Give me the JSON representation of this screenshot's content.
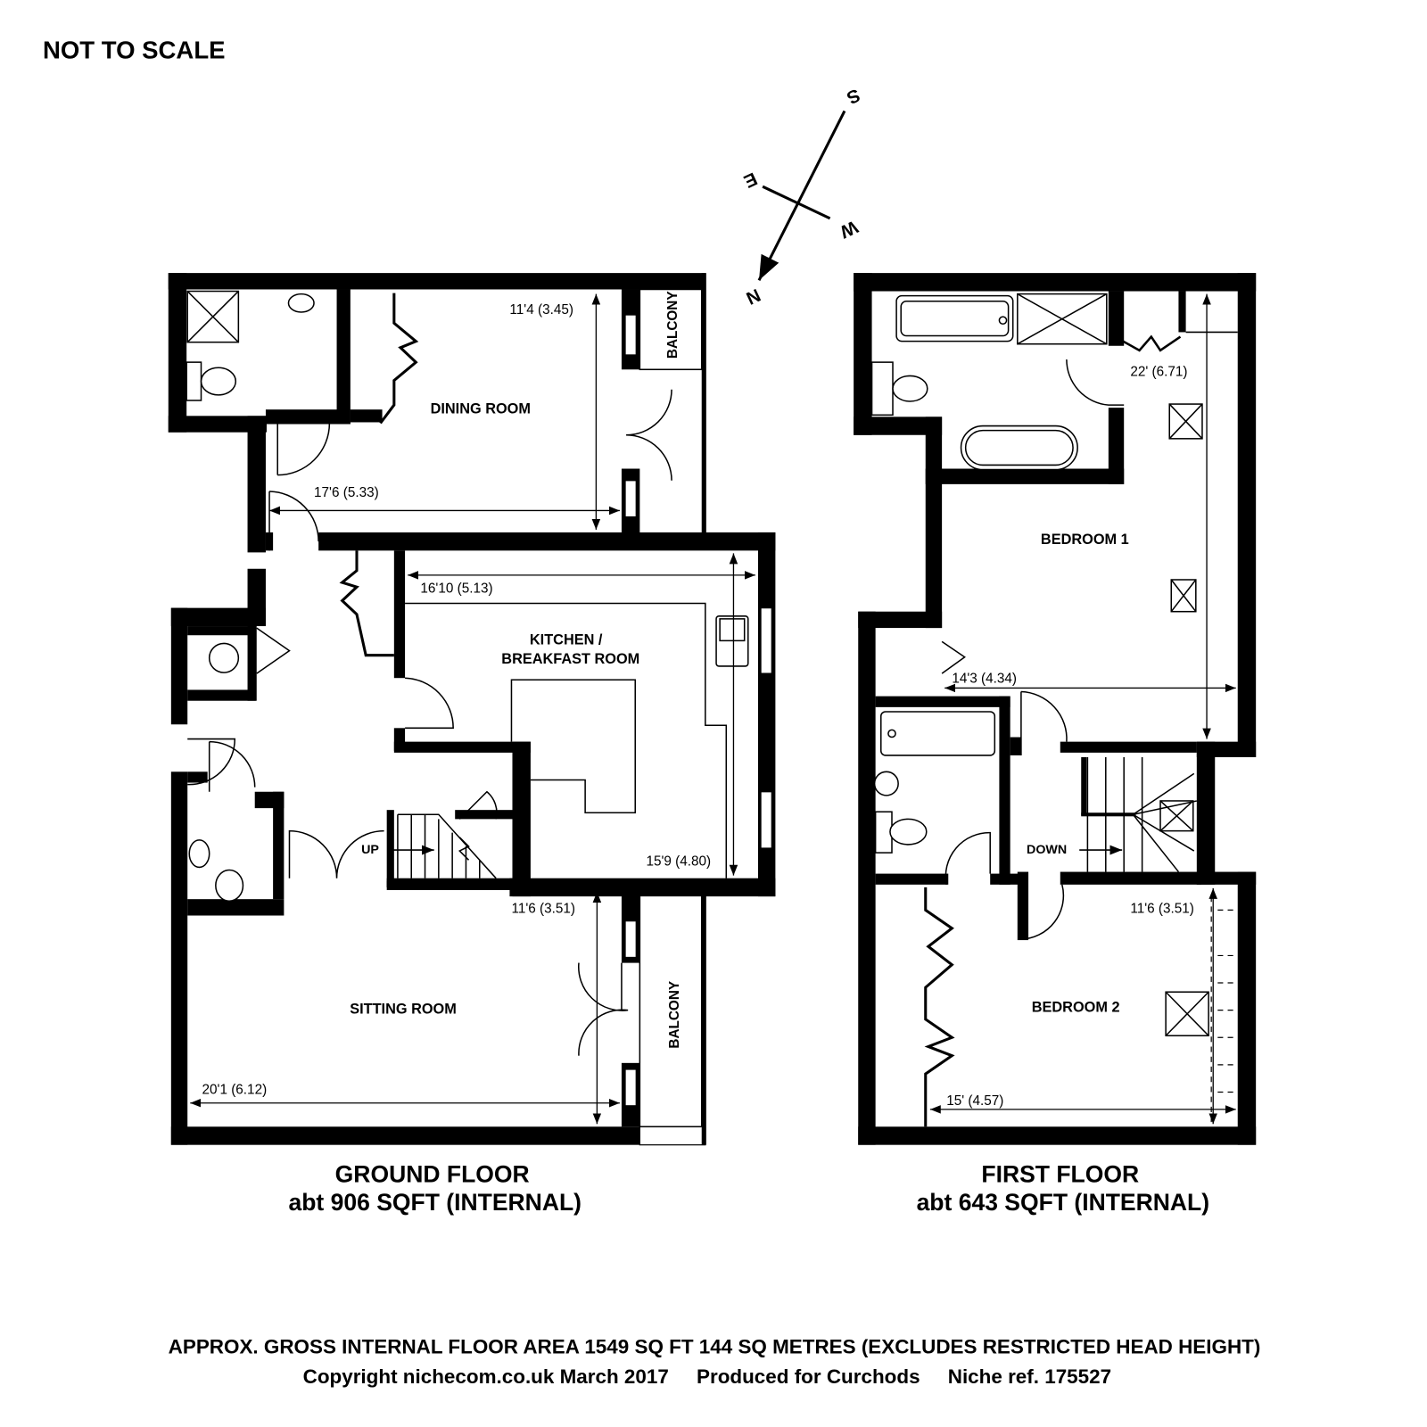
{
  "header": {
    "not_to_scale": "NOT TO SCALE"
  },
  "compass": {
    "n": "N",
    "s": "S",
    "e": "E",
    "w": "W"
  },
  "ground_floor": {
    "title": "GROUND FLOOR",
    "area": "abt 906 SQFT (INTERNAL)",
    "rooms": {
      "dining": "DINING ROOM",
      "kitchen_line1": "KITCHEN /",
      "kitchen_line2": "BREAKFAST ROOM",
      "sitting": "SITTING ROOM",
      "balcony_top": "BALCONY",
      "balcony_bottom": "BALCONY"
    },
    "dims": {
      "dining_depth": "11'4 (3.45)",
      "dining_width": "17'6 (5.33)",
      "kitchen_width": "16'10 (5.13)",
      "kitchen_depth": "15'9 (4.80)",
      "sitting_depth": "11'6 (3.51)",
      "sitting_width": "20'1 (6.12)"
    },
    "stairs_label": "UP"
  },
  "first_floor": {
    "title": "FIRST FLOOR",
    "area": "abt 643 SQFT (INTERNAL)",
    "rooms": {
      "bedroom1": "BEDROOM 1",
      "bedroom2": "BEDROOM 2"
    },
    "dims": {
      "bed1_length": "22' (6.71)",
      "bed1_width": "14'3 (4.34)",
      "bed2_depth": "11'6 (3.51)",
      "bed2_width": "15' (4.57)"
    },
    "stairs_label": "DOWN"
  },
  "footer": {
    "line1": "APPROX. GROSS INTERNAL FLOOR AREA 1549 SQ FT 144 SQ METRES (EXCLUDES RESTRICTED HEAD HEIGHT)",
    "line2": "Copyright nichecom.co.uk March 2017     Produced for Curchods     Niche ref. 175527"
  }
}
